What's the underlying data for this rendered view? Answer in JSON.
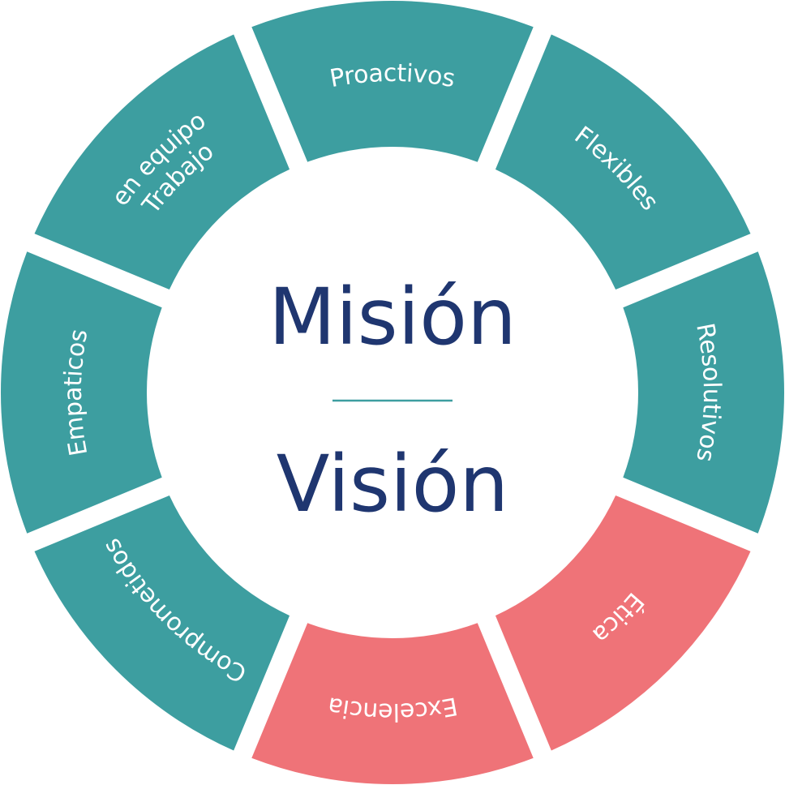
{
  "center": {
    "top": "Misión",
    "bottom": "Visión"
  },
  "segments": [
    {
      "label": "Proactivos",
      "color": "#3d9ea0"
    },
    {
      "label": "Flexibles",
      "color": "#3d9ea0"
    },
    {
      "label": "Resolutivos",
      "color": "#3d9ea0"
    },
    {
      "label": "Ética",
      "color": "#ef7378"
    },
    {
      "label": "Excelencia",
      "color": "#ef7378"
    },
    {
      "label": "Comprometidos",
      "color": "#3d9ea0"
    },
    {
      "label": "Empaticos",
      "color": "#3d9ea0"
    },
    {
      "label": "Trabajo\nen equipo",
      "color": "#3d9ea0"
    }
  ],
  "colors": {
    "teal": "#3d9ea0",
    "coral": "#ef7378",
    "navy": "#1f3670",
    "divider": "#3d9ea0"
  }
}
